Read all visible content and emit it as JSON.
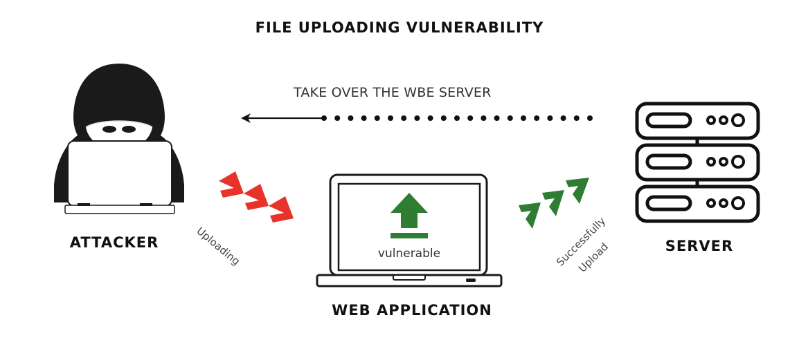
{
  "title": "FILE UPLOADING VULNERABILITY",
  "nodes": {
    "attacker": {
      "label": "ATTACKER",
      "icon": "hooded-hacker-laptop-icon"
    },
    "web_application": {
      "label": "WEB APPLICATION",
      "screen_text": "vulnerable",
      "icon": "laptop-upload-icon"
    },
    "server": {
      "label": "SERVER",
      "icon": "server-rack-icon"
    }
  },
  "flows": {
    "uploading": {
      "label": "Uploading",
      "color": "#e8332a",
      "icon": "red-chevrons-icon"
    },
    "successfully_upload": {
      "label_line1": "Successfully",
      "label_line2": "Upload",
      "color": "#2e7d32",
      "icon": "green-chevrons-icon"
    },
    "take_over": {
      "label": "TAKE OVER THE WBE SERVER",
      "style": "dotted-arrow-left"
    }
  },
  "colors": {
    "upload_green": "#2e7d32",
    "chevron_red": "#e8332a",
    "ink": "#111111"
  }
}
